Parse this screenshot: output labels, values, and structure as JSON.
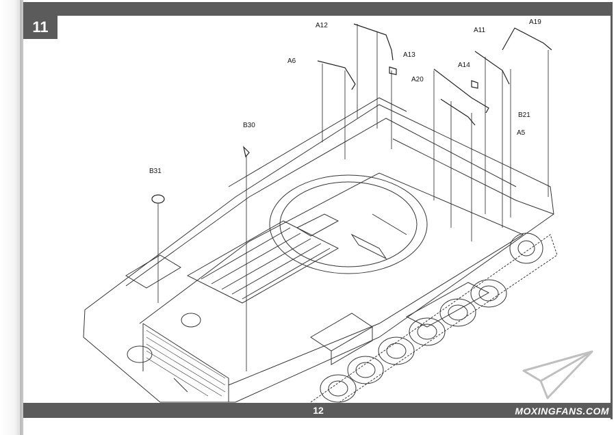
{
  "step": {
    "number": "11"
  },
  "page": {
    "number": "12"
  },
  "watermark": {
    "text": "MOXINGFANS.COM"
  },
  "parts": {
    "a12": "A12",
    "a13": "A13",
    "a6": "A6",
    "a20": "A20",
    "a11": "A11",
    "a19": "A19",
    "a14": "A14",
    "b21": "B21",
    "a5": "A5",
    "b30": "B30",
    "b31": "B31"
  },
  "colors": {
    "bar": "#5b5b5b",
    "ink": "#222222"
  }
}
